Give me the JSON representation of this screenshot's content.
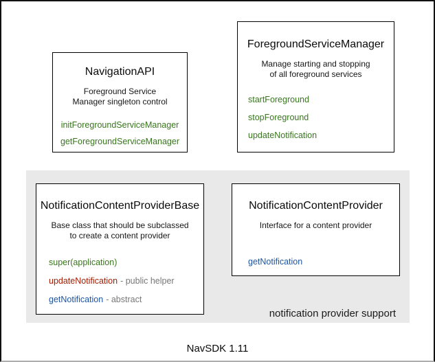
{
  "footer": {
    "label": "NavSDK 1.11"
  },
  "group": {
    "label": "notification provider support"
  },
  "colors": {
    "method_green": "#38761d",
    "method_red": "#a61c00",
    "method_blue": "#1c54a3",
    "annotation_gray": "#777777",
    "group_bg": "#e9e9e9",
    "box_border": "#000000"
  },
  "boxes": [
    {
      "title": "NavigationAPI",
      "desc_lines": [
        "Foreground Service",
        "Manager singleton control"
      ],
      "methods": [
        {
          "name": "initForegroundServiceManager",
          "color": "green"
        },
        {
          "name": "getForegroundServiceManager",
          "color": "green"
        }
      ]
    },
    {
      "title": "ForegroundServiceManager",
      "desc_lines": [
        "Manage starting and stopping",
        "of all foreground services"
      ],
      "methods": [
        {
          "name": "startForeground",
          "color": "green"
        },
        {
          "name": "stopForeground",
          "color": "green"
        },
        {
          "name": "updateNotification",
          "color": "green"
        }
      ]
    },
    {
      "title": "NotificationContentProviderBase",
      "desc_lines": [
        "Base class that should be subclassed",
        "to create a content provider"
      ],
      "methods": [
        {
          "name": "super(application)",
          "color": "green"
        },
        {
          "name": "updateNotification",
          "color": "red",
          "annotation": "- public helper"
        },
        {
          "name": "getNotification",
          "color": "blue",
          "annotation": "- abstract"
        }
      ]
    },
    {
      "title": "NotificationContentProvider",
      "desc_lines": [
        "Interface for a content provider"
      ],
      "methods": [
        {
          "name": "getNotification",
          "color": "blue"
        }
      ]
    }
  ]
}
